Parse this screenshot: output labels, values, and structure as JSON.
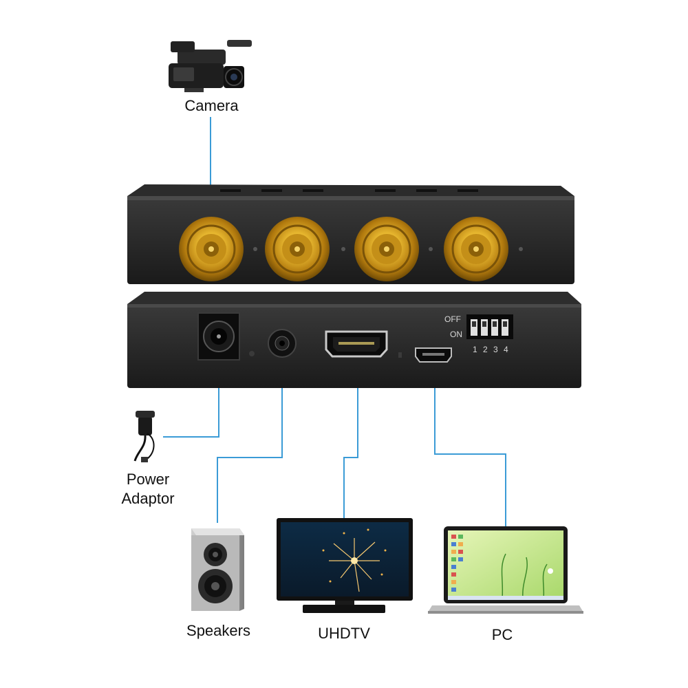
{
  "labels": {
    "camera": "Camera",
    "power_line1": "Power",
    "power_line2": "Adaptor",
    "speakers": "Speakers",
    "uhdtv": "UHDTV",
    "pc": "PC"
  },
  "dip_switch": {
    "off": "OFF",
    "on": "ON",
    "numbers": [
      "1",
      "2",
      "3",
      "4"
    ]
  },
  "colors": {
    "connector_line": "#3a9bd6",
    "box_body": "#1c1c1c",
    "bnc_gold": "#d9a21d"
  },
  "icons": [
    "camcorder-icon",
    "power-adaptor-icon",
    "speaker-icon",
    "tv-icon",
    "laptop-icon"
  ]
}
